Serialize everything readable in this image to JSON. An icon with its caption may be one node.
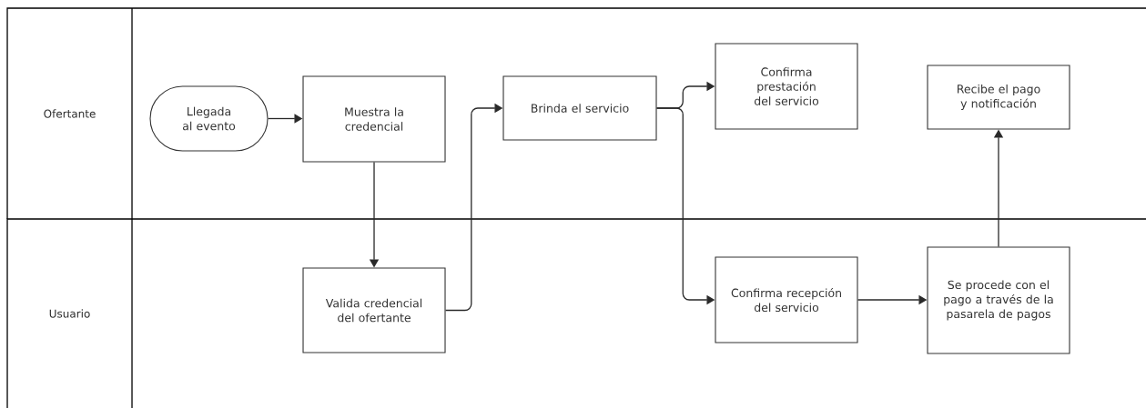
{
  "diagram": {
    "nodes": [
      {
        "text": [
          "Ofertante"
        ]
      },
      {
        "text": [
          "Usuario"
        ]
      },
      {
        "text": [
          "Llegada al evento"
        ],
        "in": 0
      },
      {
        "text": [
          "Muestra la credencial"
        ],
        "in": 0
      },
      {
        "text": [
          "Brinda el servicio"
        ],
        "in": 0
      },
      {
        "text": [
          "Confirma prestación del servicio"
        ],
        "in": 0
      },
      {
        "text": [
          "Recibe el pago y notificación"
        ],
        "in": 0
      },
      {
        "text": [
          "Valida credencial del ofertante"
        ],
        "in": 1
      },
      {
        "text": [
          "Confirma recepción del servicio"
        ],
        "in": 1
      },
      {
        "text": [
          "Se procede con el pago a través de la pasarela de pagos"
        ],
        "in": 1
      }
    ],
    "edges": [
      {
        "from": 2,
        "to": 3,
        "arrow": "to"
      },
      {
        "from": 3,
        "to": 7,
        "arrow": "to"
      },
      {
        "from": 7,
        "to": 4,
        "arrow": "to"
      },
      {
        "from": 4,
        "to": 5,
        "arrow": "to"
      },
      {
        "from": 4,
        "to": 8,
        "arrow": "to"
      },
      {
        "from": 8,
        "to": 9,
        "arrow": "to"
      },
      {
        "from": 9,
        "to": 6,
        "arrow": "to"
      }
    ]
  }
}
